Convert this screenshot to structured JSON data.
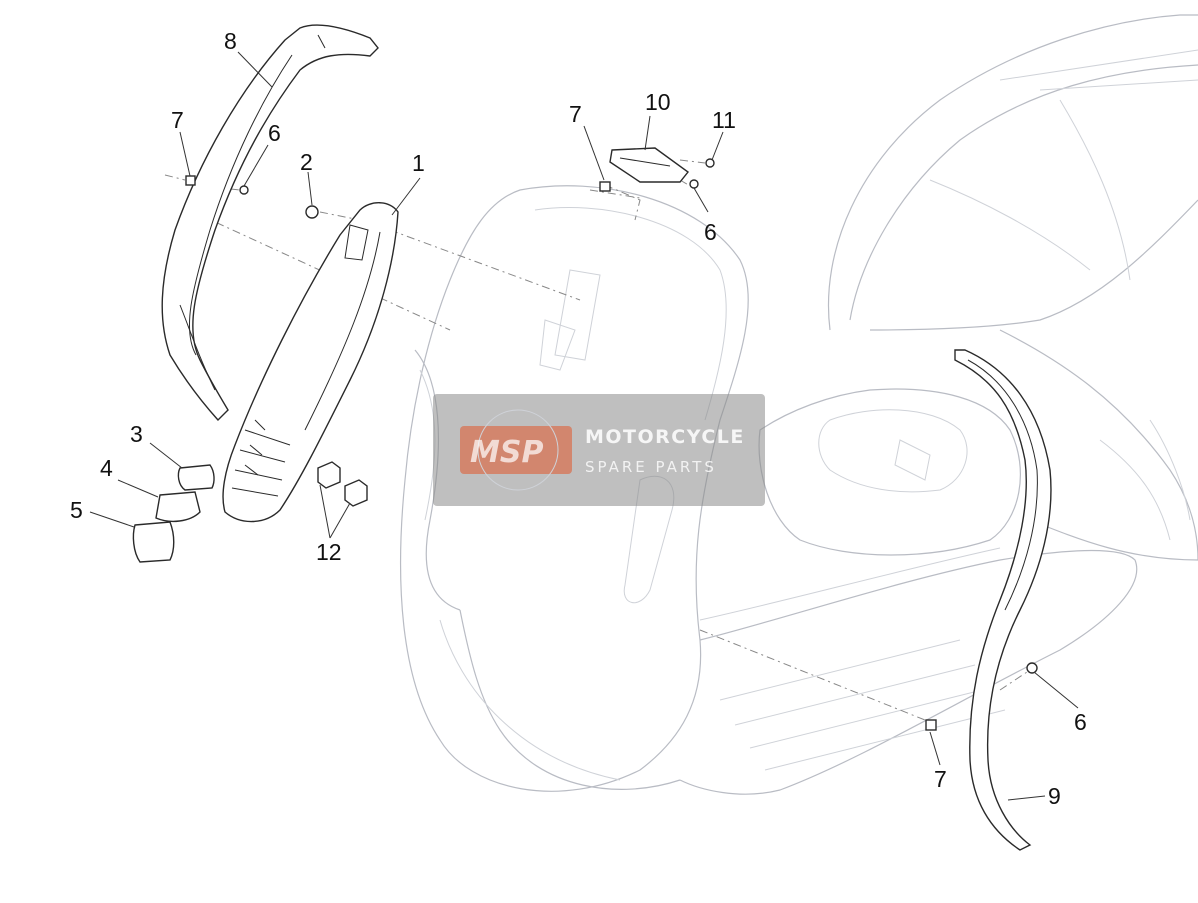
{
  "callouts": [
    {
      "id": "c1",
      "label": "1"
    },
    {
      "id": "c2",
      "label": "2"
    },
    {
      "id": "c3",
      "label": "3"
    },
    {
      "id": "c4",
      "label": "4"
    },
    {
      "id": "c5",
      "label": "5"
    },
    {
      "id": "c6a",
      "label": "6"
    },
    {
      "id": "c6b",
      "label": "6"
    },
    {
      "id": "c6c",
      "label": "6"
    },
    {
      "id": "c7a",
      "label": "7"
    },
    {
      "id": "c7b",
      "label": "7"
    },
    {
      "id": "c7c",
      "label": "7"
    },
    {
      "id": "c8",
      "label": "8"
    },
    {
      "id": "c9",
      "label": "9"
    },
    {
      "id": "c10",
      "label": "10"
    },
    {
      "id": "c11",
      "label": "11"
    },
    {
      "id": "c12",
      "label": "12"
    }
  ],
  "watermark": {
    "logo": "MSP",
    "line1": "MOTORCYCLE",
    "line2": "SPARE PARTS",
    "bg_color": "#8a8a8a",
    "accent_color": "#e2572b"
  }
}
